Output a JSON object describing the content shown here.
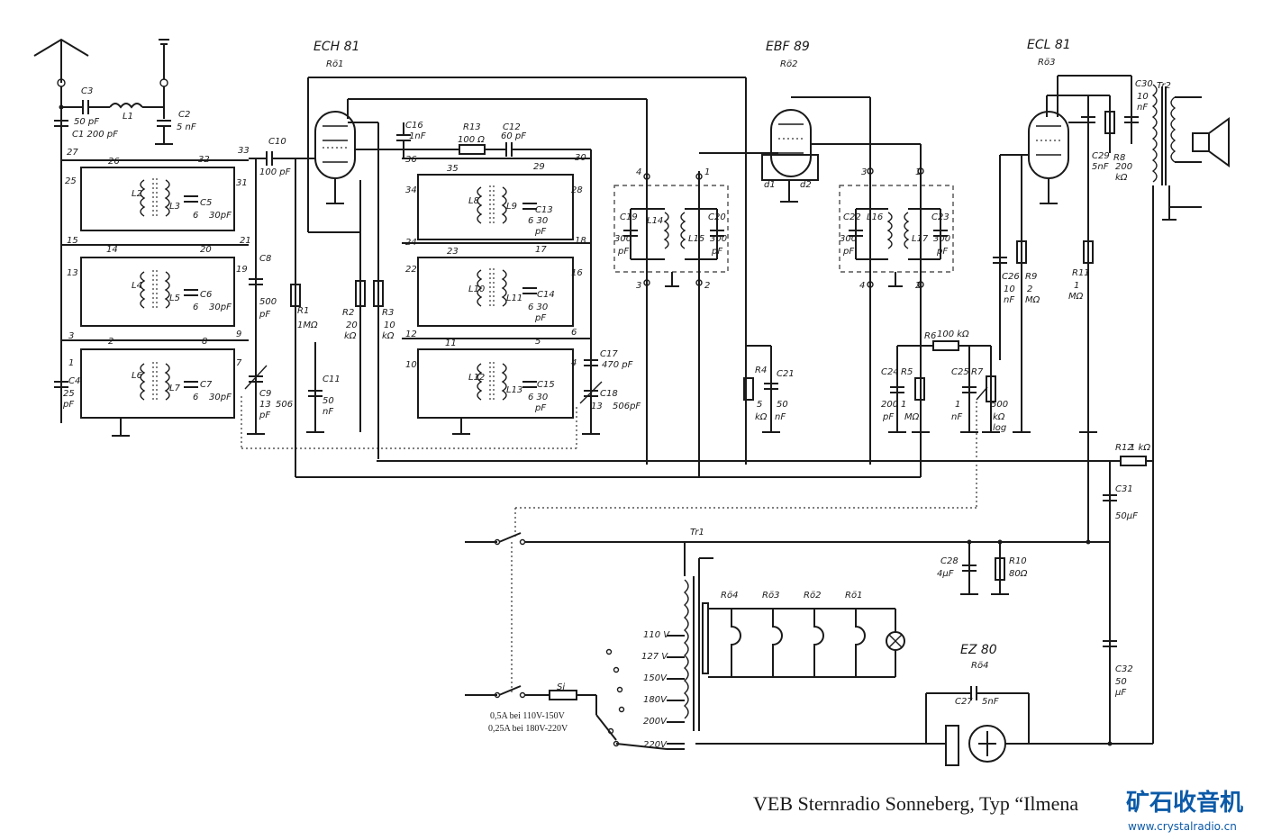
{
  "caption": "VEB Sternradio Sonneberg, Typ “Ilmena",
  "watermark": {
    "logo_text": "矿石收音机",
    "url": "www.crystalradio.cn"
  },
  "tubes": [
    {
      "type": "ECH 81",
      "ref": "Rö1"
    },
    {
      "type": "EBF 89",
      "ref": "Rö2"
    },
    {
      "type": "ECL 81",
      "ref": "Rö3"
    },
    {
      "type": "EZ 80",
      "ref": "Rö4"
    }
  ],
  "fuse_note": [
    "0,5A bei 110V-150V",
    "0,25A bei 180V-220V"
  ],
  "voltages": [
    "110 V",
    "127 V",
    "150V",
    "180V",
    "200V",
    "220V"
  ],
  "lamp_labels": [
    "Rö4",
    "Rö3",
    "Rö2",
    "Rö1"
  ],
  "labels": {
    "c3": "C3",
    "c3v": "50 pF",
    "l1": "L1",
    "c1": "C1 200 pF",
    "c2": "C2",
    "c2v": "5 nF",
    "n27": "27",
    "n26": "26",
    "n25": "25",
    "n32": "32",
    "n31": "31",
    "n33": "33",
    "n15": "15",
    "n14": "14",
    "n13": "13",
    "n20": "20",
    "n21": "21",
    "n19": "19",
    "n3": "3",
    "n2": "2",
    "n1": "1",
    "n8": "8",
    "n9": "9",
    "n7": "7",
    "l2": "L2",
    "l3": "L3",
    "c5": "C5",
    "c5v": "30pF",
    "six1": "6",
    "l4": "L4",
    "l5": "L5",
    "c6": "C6",
    "c6v": "30pF",
    "six2": "6",
    "l6": "L6",
    "l7": "L7",
    "c7": "C7",
    "c7v": "30pF",
    "six3": "6",
    "c4": "C4",
    "c4v1": "25",
    "c4v2": "pF",
    "c10": "C10",
    "c10v": "100 pF",
    "c8": "C8",
    "c8v1": "500",
    "c8v2": "pF",
    "c9": "C9",
    "c9v1": "13",
    "c9v2": "pF",
    "c9v3": "506",
    "r1": "R1",
    "r1v": "1MΩ",
    "c11": "C11",
    "c11v1": "50",
    "c11v2": "nF",
    "r2": "R2",
    "r2v1": "20",
    "r2v2": "kΩ",
    "r3": "R3",
    "r3v1": "10",
    "r3v2": "kΩ",
    "c16": "C16",
    "c16v": "1nF",
    "r13": "R13",
    "r13v": "100 Ω",
    "c12": "C12",
    "c12v": "60 pF",
    "n36": "36",
    "n35": "35",
    "n34": "34",
    "n29": "29",
    "n30": "30",
    "n28": "28",
    "n24": "24",
    "n23": "23",
    "n22": "22",
    "n17": "17",
    "n18": "18",
    "n16": "16",
    "n12": "12",
    "n11": "11",
    "n10": "10",
    "n5": "5",
    "n6": "6",
    "n4": "4",
    "l8": "L8",
    "l9": "L9",
    "c13": "C13",
    "c13v": "6  30",
    "c13p": "pF",
    "l10": "L10",
    "l11": "L11",
    "c14": "C14",
    "c14v": "6  30",
    "c14p": "pF",
    "l12": "L12",
    "l13": "L13",
    "c15": "C15",
    "c15v": "6  30",
    "c15p": "pF",
    "c17": "C17",
    "c17v": "470 pF",
    "c18": "C18",
    "c18v1": "13",
    "c18v2": "506pF",
    "c19": "C19",
    "c19v1": "300",
    "c19v2": "pF",
    "l14": "L14",
    "l15": "L15",
    "c20": "C20",
    "c20v1": "300",
    "c20v2": "pF",
    "f4": "4",
    "f1": "1",
    "f3": "3",
    "f2": "2",
    "d1": "d1",
    "d2": "d2",
    "c22": "C22",
    "c22v1": "300",
    "c22v2": "pF",
    "l16": "L16",
    "l17": "L17",
    "c23": "C23",
    "c23v1": "300",
    "c23v2": "pF",
    "r4": "R4",
    "r4v1": "5",
    "r4v2": "kΩ",
    "c21": "C21",
    "c21v1": "50",
    "c21v2": "nF",
    "r6": "R6",
    "r6v": "100 kΩ",
    "c24": "C24",
    "c24v1": "200",
    "c24v2": "pF",
    "r5": "R5",
    "r5v1": "1",
    "r5v2": "MΩ",
    "c25": "C25",
    "c25v1": "1",
    "c25v2": "nF",
    "r7": "R7",
    "r7v1": "500",
    "r7v2": "kΩ",
    "r7v3": "log",
    "c26": "C26",
    "c26v1": "10",
    "c26v2": "nF",
    "r9": "R9",
    "r9v1": "2",
    "r9v2": "MΩ",
    "r11": "R11",
    "r11v1": "1",
    "r11v2": "MΩ",
    "c29": "C29",
    "c29v": "5nF",
    "r8": "R8",
    "r8v1": "200",
    "r8v2": "kΩ",
    "c30": "C30",
    "c30v1": "10",
    "c30v2": "nF",
    "tr2": "Tr2",
    "r12": "R12",
    "r12v": "1 kΩ",
    "c31": "C31",
    "c31v": "50μF",
    "tr1": "Tr1",
    "c28": "C28",
    "c28v": "4μF",
    "r10": "R10",
    "r10v": "80Ω",
    "s1": "Si",
    "c27": "C27",
    "c27v": "5nF",
    "c32": "C32",
    "c32v1": "50",
    "c32v2": "μF"
  }
}
